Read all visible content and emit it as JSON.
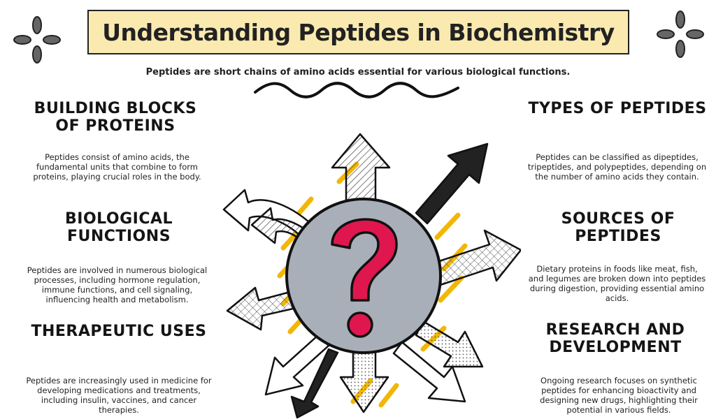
{
  "header": {
    "title": "Understanding Peptides in Biochemistry",
    "subtitle": "Peptides are short chains of amino acids essential for various biological functions."
  },
  "sections": {
    "building_blocks": {
      "title": "Building Blocks of Proteins",
      "text": "Peptides consist of amino acids, the fundamental units that combine to form proteins, playing crucial roles in the body."
    },
    "biological_functions": {
      "title": "Biological Functions",
      "text": "Peptides are involved in numerous biological processes, including hormone regulation, immune functions, and cell signaling, influencing health and metabolism."
    },
    "therapeutic_uses": {
      "title": "Therapeutic Uses",
      "text": "Peptides are increasingly used in medicine for developing medications and treatments, including insulin, vaccines, and cancer therapies."
    },
    "types": {
      "title": "Types of Peptides",
      "text": "Peptides can be classified as dipeptides, tripeptides, and polypeptides, depending on the number of amino acids they contain."
    },
    "sources": {
      "title": "Sources of Peptides",
      "text": "Dietary proteins in foods like meat, fish, and legumes are broken down into peptides during digestion, providing essential amino acids."
    },
    "research": {
      "title": "Research and Development",
      "text": "Ongoing research focuses on synthetic peptides for enhancing bioactivity and designing new drugs, highlighting their potential in various fields."
    }
  },
  "center": {
    "symbol": "?",
    "icon": "question-mark-icon"
  },
  "colors": {
    "banner": "#fbeab0",
    "circle": "#a9afb8",
    "question": "#e0174f",
    "accent": "#f2b705",
    "ink": "#1c1c1c"
  }
}
